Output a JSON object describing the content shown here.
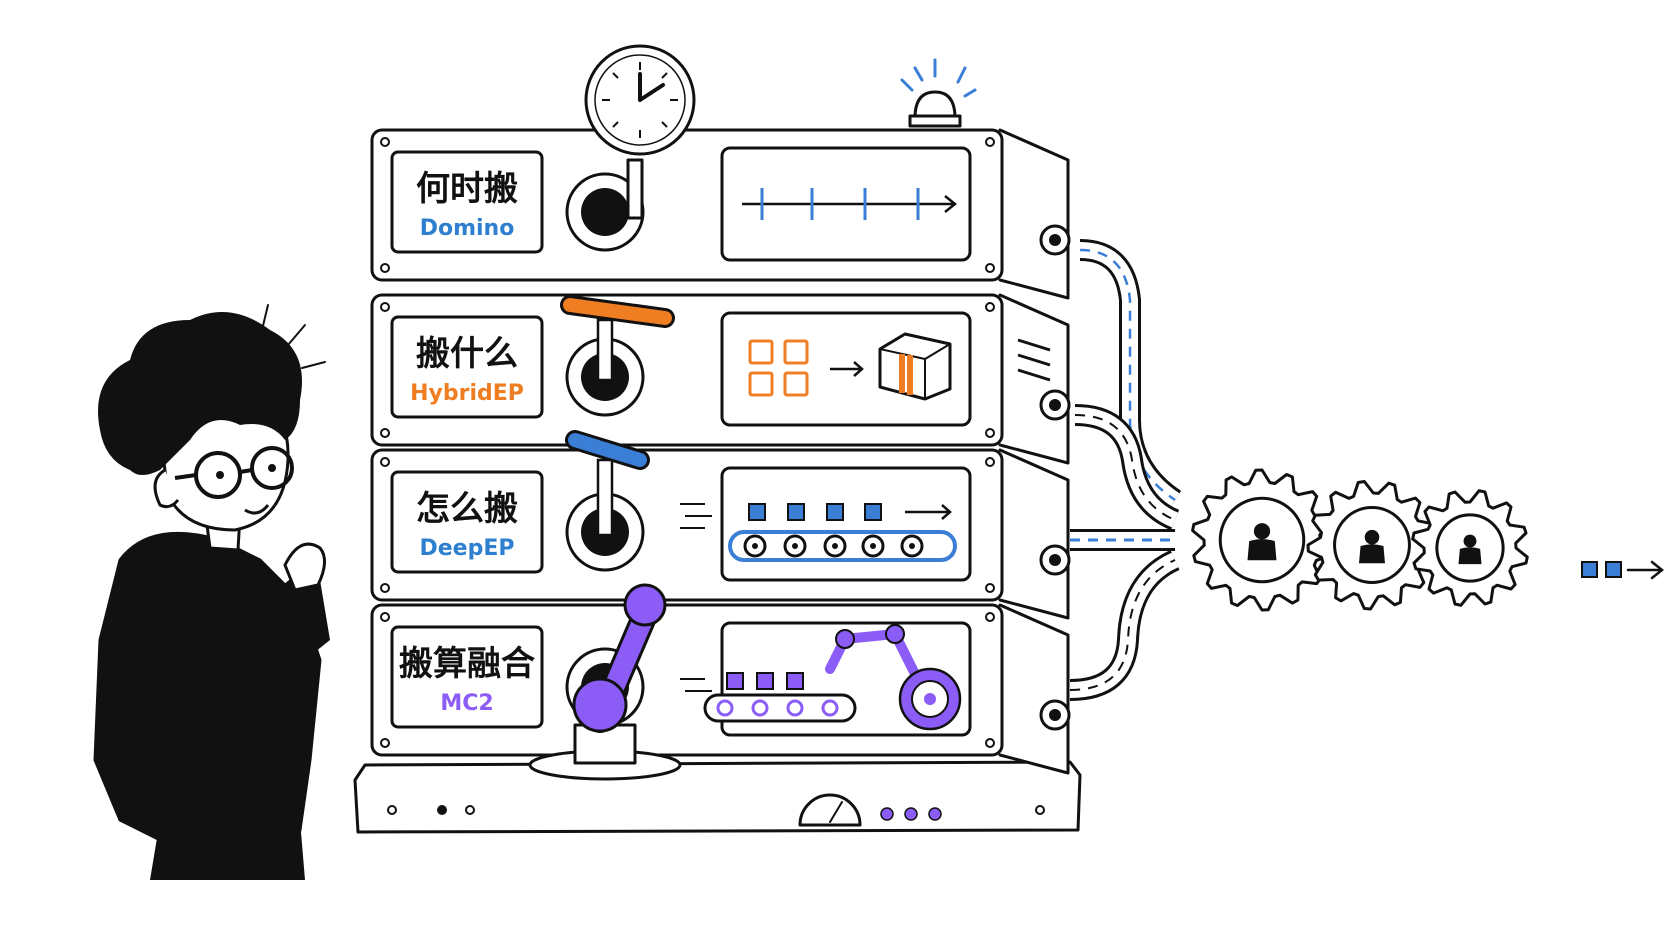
{
  "modules": [
    {
      "title": "何时搬",
      "subtitle": "Domino",
      "subtitle_color": "#2f7fd0",
      "handle_icon": "stopwatch-gauge-icon",
      "display_icon": "timeline-ticks-icon"
    },
    {
      "title": "搬什么",
      "subtitle": "HybridEP",
      "subtitle_color": "#ef7d22",
      "handle_icon": "orange-t-valve-icon",
      "display_icon": "blocks-to-package-icon"
    },
    {
      "title": "怎么搬",
      "subtitle": "DeepEP",
      "subtitle_color": "#2f7fd0",
      "handle_icon": "blue-t-lever-icon",
      "display_icon": "conveyor-belt-icon"
    },
    {
      "title": "搬算融合",
      "subtitle": "MC2",
      "subtitle_color": "#8b5cf6",
      "handle_icon": "purple-joystick-icon",
      "display_icon": "robot-arm-gear-icon"
    }
  ],
  "colors": {
    "blue": "#3a7fd5",
    "orange": "#ef7d22",
    "purple": "#8b5cf6",
    "ink": "#111111"
  },
  "icons": [
    "thinking-person-icon",
    "gear-with-person-icon",
    "data-blocks-arrow-icon",
    "pressure-gauge-icon",
    "alarm-light-icon"
  ]
}
